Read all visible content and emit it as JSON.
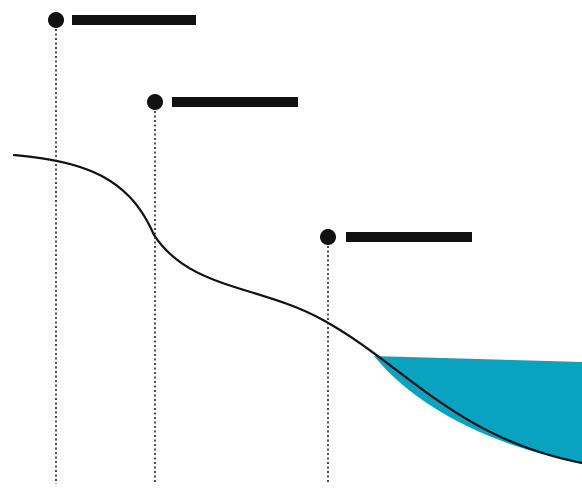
{
  "diagram": {
    "background_color": "#ffffff",
    "line_color": "#111111",
    "water_color": "#0aa3bf",
    "markers": [
      {
        "id": "marker-1",
        "label": ""
      },
      {
        "id": "marker-2",
        "label": ""
      },
      {
        "id": "marker-3",
        "label": ""
      }
    ]
  }
}
